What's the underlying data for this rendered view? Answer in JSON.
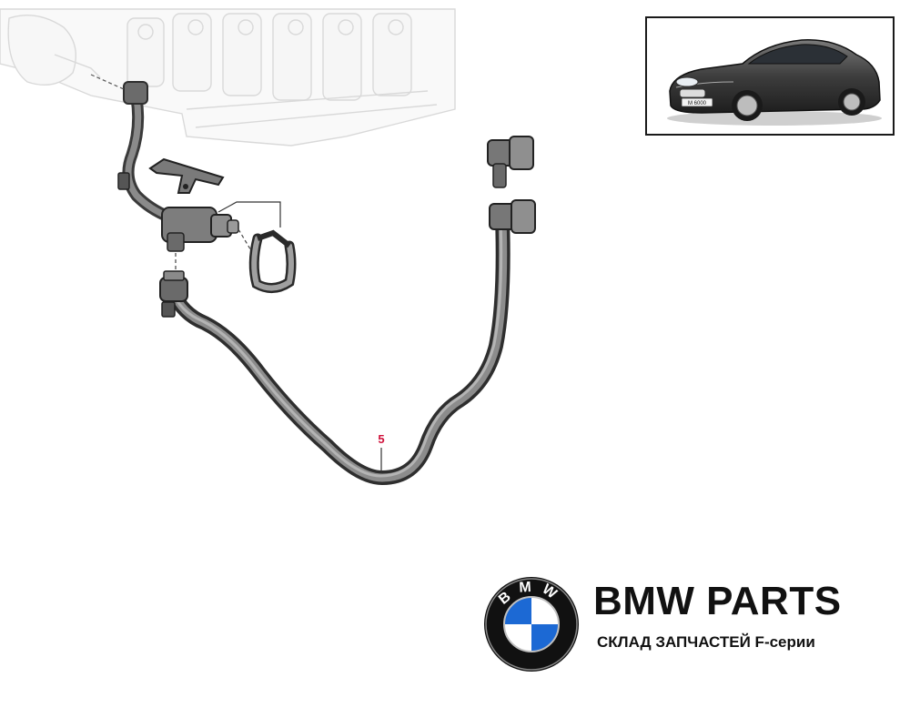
{
  "diagram": {
    "callout_number": "5"
  },
  "thumbnail": {
    "plate_text": "M 6000"
  },
  "brand": {
    "title": "BMW PARTS",
    "subtitle": "СКЛАД ЗАПЧАСТЕЙ F-серии",
    "logo_letters": "BMW"
  },
  "colors": {
    "hose": "#6e6e6e",
    "hose_dark": "#3c3c3c",
    "callout": "#d0103a",
    "bmw_blue": "#1c69d4",
    "logo_ring": "#111111"
  },
  "icons": {
    "logo": "bmw-roundel-icon",
    "car": "coupe-car-icon"
  }
}
